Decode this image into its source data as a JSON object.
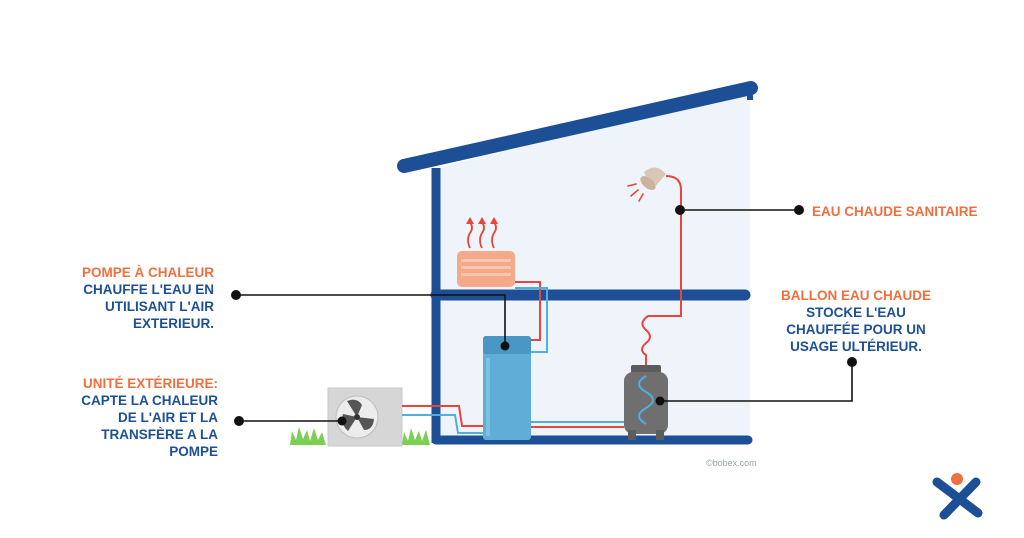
{
  "labels": {
    "heat_pump": {
      "title": "POMPE À CHALEUR",
      "lines": [
        "CHAUFFE L'EAU EN",
        "UTILISANT L'AIR",
        "EXTERIEUR."
      ]
    },
    "outdoor_unit": {
      "title": "UNITÉ EXTÉRIEURE:",
      "lines": [
        "CAPTE LA CHALEUR",
        "DE L'AIR ET LA",
        "TRANSFÈRE A LA",
        "POMPE"
      ]
    },
    "hot_water_outlet": {
      "title": "EAU CHAUDE SANITAIRE"
    },
    "hot_water_tank": {
      "title": "BALLON EAU CHAUDE",
      "lines": [
        "STOCKE L'EAU",
        "CHAUFFÉE POUR UN",
        "USAGE ULTÉRIEUR."
      ]
    }
  },
  "credit": "©bobex.com",
  "colors": {
    "structure": "#1d4f97",
    "accent": "#ef6f3f",
    "hot_pipe": "#e8453c",
    "cold_pipe": "#4fb0dc",
    "unit_body": "#5eaed8",
    "tank": "#6f6f6f",
    "grass": "#7ccf55"
  },
  "icons": [
    "outdoor-fan-icon",
    "radiator-icon",
    "shower-head-icon",
    "hot-water-tank-icon",
    "bobex-logo-icon"
  ]
}
